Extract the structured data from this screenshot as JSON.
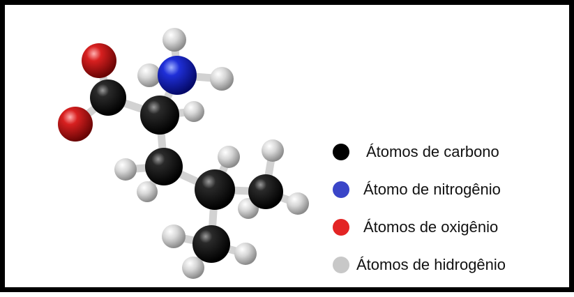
{
  "colors": {
    "carbon": "#000000",
    "nitrogen": "#3a45c8",
    "oxygen": "#e32424",
    "hydrogen": "#c8c8c8",
    "frame": "#000000",
    "background": "#ffffff"
  },
  "legend": {
    "items": [
      {
        "key": "carbon",
        "label": "Átomos de carbono",
        "color": "#000000"
      },
      {
        "key": "nitrogen",
        "label": "Átomo de nitrogênio",
        "color": "#3a45c8"
      },
      {
        "key": "oxygen",
        "label": "Átomos de oxigênio",
        "color": "#e32424"
      },
      {
        "key": "hydrogen",
        "label": "Átomos de hidrogênio",
        "color": "#c8c8c8"
      }
    ]
  }
}
